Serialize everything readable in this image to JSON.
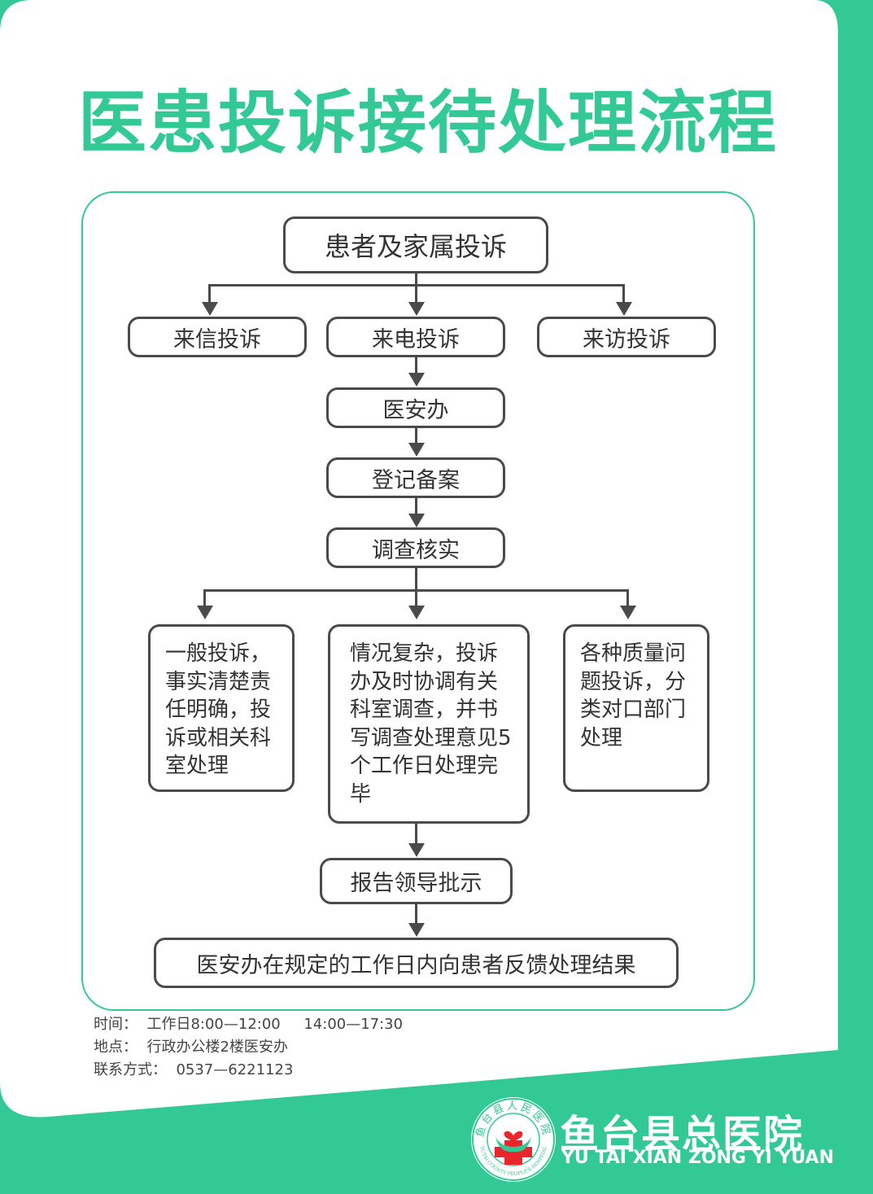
{
  "title": "医患投诉接待处理流程",
  "nodes": {
    "complaint": "患者及家属投诉",
    "letter": "来信投诉",
    "phone": "来电投诉",
    "visit": "来访投诉",
    "office": "医安办",
    "register": "登记备案",
    "investigate": "调查核实",
    "general": "一般投诉，事实清楚责任明确，投诉或相关科室处理",
    "complex": "情况复杂，投诉办及时协调有关科室调查，并书写调查处理意见5个工作日处理完毕",
    "quality": "各种质量问题投诉，分类对口部门处理",
    "report": "报告领导批示",
    "feedback": "医安办在规定的工作日内向患者反馈处理结果"
  },
  "footer": {
    "time": "时间：  工作日8:00—12:00     14:00—17:30",
    "place": "地点：  行政办公楼2楼医安办",
    "contact": "联系方式：  0537—6221123"
  },
  "logo": {
    "name_cn": "鱼台县总医院",
    "name_en": "YU TAI XIAN ZONG YI YUAN",
    "seal_top": "鱼台县人民医院",
    "seal_bottom": "YUTAI COUNTY PEOPLE'S HOSPITAL"
  },
  "colors": {
    "accent": "#33c994",
    "line": "#4a4a4a",
    "seal_red": "#e8262c"
  }
}
